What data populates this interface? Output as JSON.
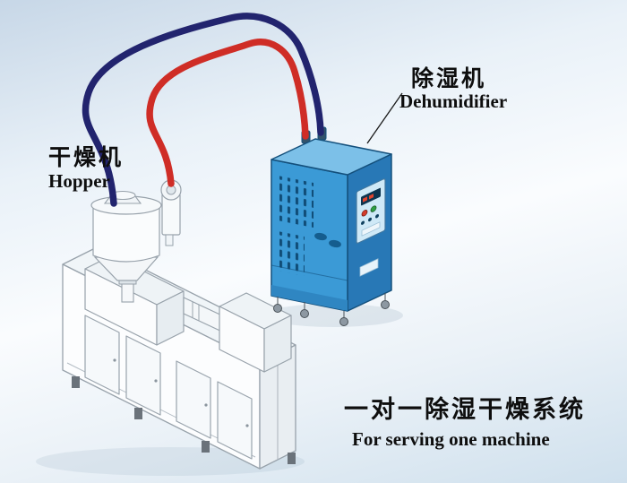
{
  "labels": {
    "dryer_cn": "干燥机",
    "dryer_en": "Hopper",
    "dehumidifier_cn": "除湿机",
    "dehumidifier_en": "Dehumidifier",
    "caption_cn": "一对一除湿干燥系统",
    "caption_en": "For serving one machine"
  },
  "colors": {
    "pipe_red": "#cf2d26",
    "pipe_blue": "#22246e",
    "cabinet_front": "#3b9ad6",
    "cabinet_side": "#2878b6",
    "cabinet_top": "#7cc0e8",
    "cabinet_outline": "#14507c",
    "machine_fill": "#fcfdfe",
    "machine_line": "#98a2ab",
    "background_top": "#c7d7e7",
    "background_bottom": "#cfe0ed"
  }
}
